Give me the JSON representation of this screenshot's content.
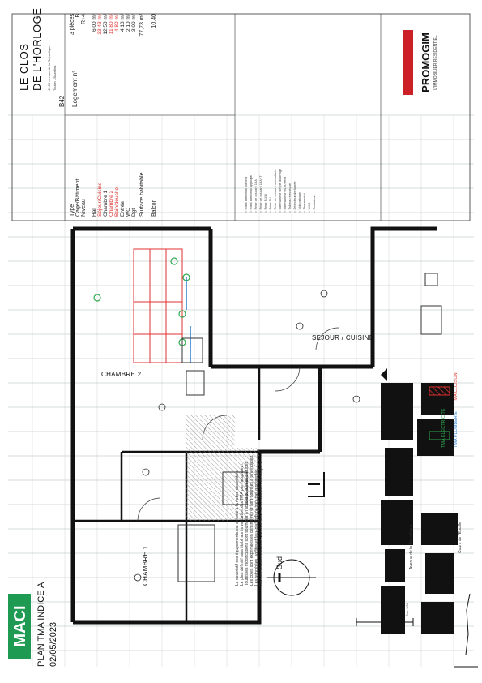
{
  "project": {
    "name_line1": "LE CLOS",
    "name_line2": "DE L'HORLOGE",
    "address_line1": "49-53 avenue de la République",
    "address_line2": "Toulon - Bazeilles"
  },
  "unit": {
    "logement_label": "Logement n°",
    "logement_value": "B42",
    "type_label": "Type",
    "type_value": "3 pièces",
    "escalier_label": "Cage/Bâtiment",
    "escalier_value": "B",
    "niveau_label": "Niveau",
    "niveau_value": "R+4",
    "rows": [
      {
        "label": "Hall",
        "value": "6,00 m²",
        "red": false
      },
      {
        "label": "Séjour/Cuisine",
        "value": "33,43 m²",
        "red": true
      },
      {
        "label": "Chambre 1",
        "value": "12,50 m²",
        "red": false
      },
      {
        "label": "Chambre 2",
        "value": "11,80 m²",
        "red": true
      },
      {
        "label": "Bain/douche",
        "value": "4,80 m²",
        "red": true
      },
      {
        "label": "Entrée",
        "value": "4,10 m²",
        "red": false
      },
      {
        "label": "WC",
        "value": "2,10 m²",
        "red": false
      },
      {
        "label": "Dgt",
        "value": "3,00 m²",
        "red": false
      }
    ],
    "total_label": "Surface habitable",
    "total_value": "77,73 m²",
    "annex_label": "Balcon",
    "annex_value": "10,40"
  },
  "electric_legend": [
    "Point lumineux plafond",
    "Point lumineux applique",
    "Prise de courant 16A",
    "Prise de courant 16A+T",
    "Prise RJ45",
    "Prise TV",
    "Prise de courant spécialisée",
    "Interrupteur simple allumage",
    "Interrupteur va-et-vient",
    "Tableau électrique",
    "Détecteur de fumée",
    "Vidéophone",
    "Thermostat",
    "VMC",
    "Radiateur"
  ],
  "brand": {
    "promogim": "PROMOGIM",
    "promogim_tagline": "L'IMMOBILIER RESIDENTIEL",
    "maci": "MACI"
  },
  "plan": {
    "title": "PLAN TMA INDICE A",
    "date": "02/05/2023"
  },
  "rooms": {
    "chambre1": "CHAMBRE 1",
    "chambre2": "CHAMBRE 2",
    "sejour": "SEJOUR / CUISINE"
  },
  "tma_legend": {
    "electricite": "TMA ELECTRICITE",
    "cloison": "TMA CLOISON",
    "plomberie": "TMA PLOMBERIE"
  },
  "notes": {
    "lines": [
      "Le descriptif des équipements est annexé à la notice descriptive.",
      "Le plan définitif sera établi après validation des TMA par l'acquéreur.",
      "Toutes les modifications sont soumises à l'accord du bureau d'études.",
      "Les cotes sont exprimées en centimètres et sont données à titre indicatif.",
      "Les retombées, soffites et faux-plafonds ne sont pas représentés.",
      "Document non contractuel - sous réserve des contraintes techniques."
    ]
  },
  "orientation": {
    "sud_label": "Sud",
    "scale_label": "Éch. 1/50"
  },
  "site": {
    "avenue": "Avenue de la République",
    "cour": "Cours de l'Eouille"
  },
  "colors": {
    "red": "#e03030",
    "green": "#2fa84f",
    "blue": "#2a7fd0",
    "maci_green": "#1f9a52",
    "promogim_red": "#cc2027"
  }
}
